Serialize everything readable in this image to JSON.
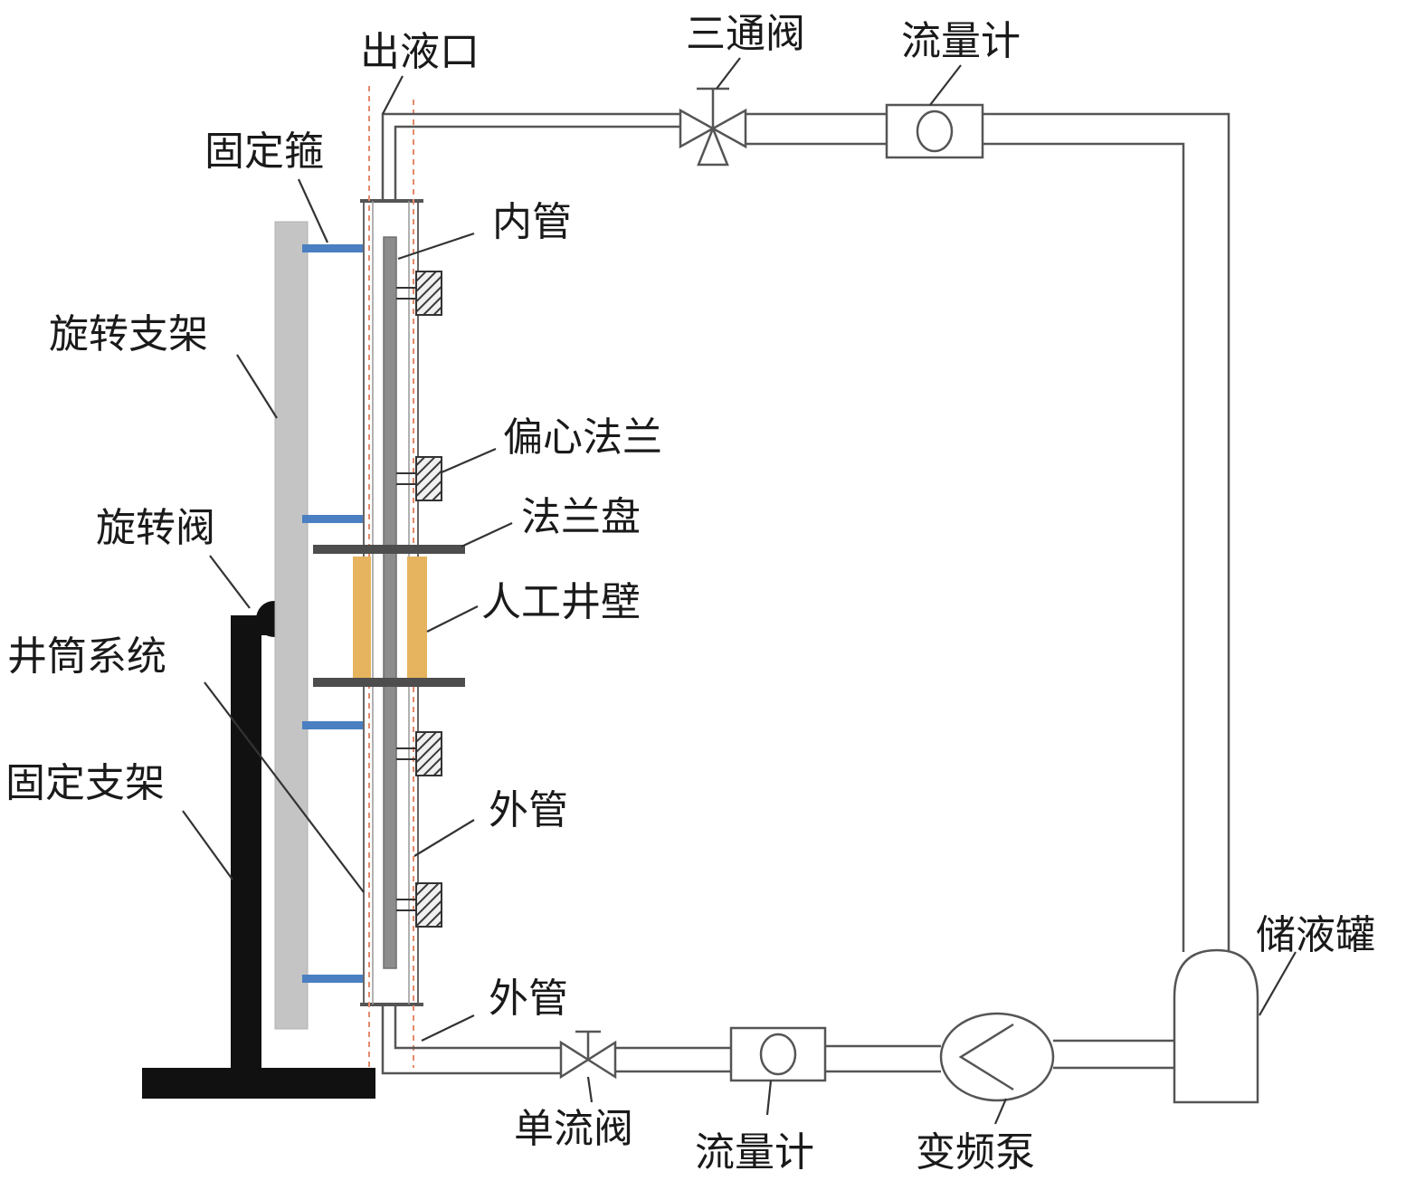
{
  "labels": {
    "outlet": "出液口",
    "three_way_valve": "三通阀",
    "flowmeter_top": "流量计",
    "fixing_clamp": "固定箍",
    "inner_tube": "内管",
    "rotating_frame": "旋转支架",
    "eccentric_flange": "偏心法兰",
    "flange_plate": "法兰盘",
    "rotary_valve": "旋转阀",
    "artificial_wall": "人工井壁",
    "wellbore_system": "井筒系统",
    "fixed_frame": "固定支架",
    "outer_tube_mid": "外管",
    "outer_tube_bottom": "外管",
    "storage_tank": "储液罐",
    "check_valve": "单流阀",
    "flowmeter_bottom": "流量计",
    "vfd_pump": "变频泵"
  },
  "colors": {
    "rotating_frame": "#c4c4c4",
    "fixed_frame": "#111111",
    "clamp": "#4a7fc1",
    "artificial_wall": "#e6b45e",
    "eccentric_block": "#444444",
    "inner_tube": "#8c8c8c",
    "dashed_line": "#e58a6a",
    "pipe_outline": "#555555"
  }
}
